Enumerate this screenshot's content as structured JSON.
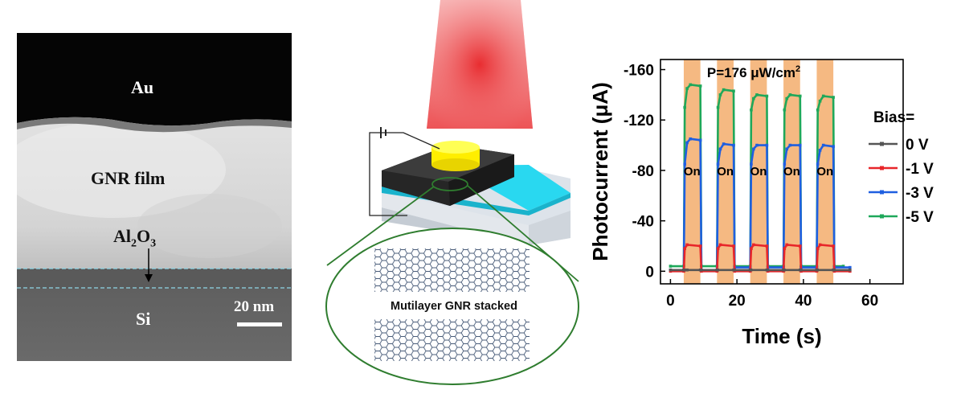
{
  "tem_panel": {
    "layers": [
      "Au",
      "GNR film",
      "Si"
    ],
    "al2o3_label": {
      "main": "Al",
      "sub1": "2",
      "mid": "O",
      "sub2": "3"
    },
    "scale_bar": "20 nm"
  },
  "schematic": {
    "zoom_label": "Mutilayer GNR stacked",
    "colors": {
      "laser": "#e8262a",
      "electrode": "#ffee00",
      "gnr": "#2b2b2b",
      "substrate": "#29d8f0",
      "ellipse": "#2f7d2f"
    }
  },
  "chart_data": {
    "type": "line",
    "xlabel": "Time (s)",
    "ylabel": "Photocurrent (μA)",
    "xlim": [
      -3,
      70
    ],
    "ylim": [
      10,
      -168
    ],
    "x_ticks": [
      "0",
      "20",
      "40",
      "60"
    ],
    "x_tick_values": [
      0,
      20,
      40,
      60
    ],
    "y_ticks": [
      "-160",
      "-120",
      "-80",
      "-40",
      "0"
    ],
    "y_tick_values": [
      -160,
      -120,
      -80,
      -40,
      0
    ],
    "annotation": {
      "main": "P=176 μW/cm",
      "sup": "2"
    },
    "on_label": "On",
    "legend_title": "Bias=",
    "legend_placement": "right",
    "on_intervals": [
      [
        4,
        9
      ],
      [
        14,
        19
      ],
      [
        24,
        29
      ],
      [
        34,
        39
      ],
      [
        44,
        49
      ]
    ],
    "on_color": "#f5b982",
    "series": [
      {
        "name": "0 V",
        "color": "#555555",
        "x": [
          0,
          4,
          4.2,
          5,
          9,
          9.2,
          14,
          14.2,
          19,
          19.2,
          24,
          24.2,
          29,
          29.2,
          34,
          34.2,
          39,
          39.2,
          44,
          44.2,
          49,
          49.2,
          54
        ],
        "y": [
          -1,
          -1,
          -1,
          -1,
          -1,
          -1,
          -1,
          -1,
          -1,
          -1,
          -1,
          -1,
          -1,
          -1,
          -1,
          -1,
          -1,
          -1,
          -1,
          -1,
          -1,
          -1,
          -1
        ]
      },
      {
        "name": "-1 V",
        "color": "#e8262a",
        "x": [
          0,
          4,
          4.3,
          5,
          9,
          9.3,
          14,
          14.3,
          15,
          19,
          19.3,
          24,
          24.3,
          25,
          29,
          29.3,
          34,
          34.3,
          35,
          39,
          39.3,
          44,
          44.3,
          45,
          49,
          49.3,
          54
        ],
        "y": [
          0,
          0,
          -18,
          -21,
          -20,
          0,
          0,
          -18,
          -21,
          -20,
          0,
          0,
          -18,
          -21,
          -20,
          0,
          0,
          -18,
          -21,
          -20,
          0,
          0,
          -18,
          -21,
          -20,
          0,
          0
        ]
      },
      {
        "name": "-3 V",
        "color": "#1f5fe0",
        "x": [
          0,
          4,
          4.3,
          5,
          6,
          9,
          9.3,
          14,
          14.3,
          15,
          16,
          19,
          19.3,
          24,
          24.3,
          25,
          26,
          29,
          29.3,
          34,
          34.3,
          35,
          36,
          39,
          39.3,
          44,
          44.3,
          45,
          46,
          49,
          49.3,
          54
        ],
        "y": [
          -1,
          -1,
          -85,
          -102,
          -105,
          -104,
          -1,
          -1,
          -85,
          -97,
          -101,
          -100,
          -3,
          -3,
          -85,
          -97,
          -100,
          -100,
          -3,
          -3,
          -85,
          -97,
          -100,
          -100,
          -3,
          -3,
          -85,
          -96,
          -100,
          -99,
          -3,
          -3
        ]
      },
      {
        "name": "-5 V",
        "color": "#1fa85a",
        "x": [
          0,
          4,
          4.3,
          5,
          6,
          9,
          9.3,
          14,
          14.3,
          15,
          16,
          19,
          19.3,
          24,
          24.3,
          25,
          26,
          29,
          29.3,
          34,
          34.3,
          35,
          36,
          39,
          39.3,
          44,
          44.3,
          45,
          46,
          49,
          49.3,
          52
        ],
        "y": [
          -4,
          -4,
          -130,
          -145,
          -148,
          -147,
          -4,
          -4,
          -130,
          -140,
          -144,
          -143,
          -4,
          -4,
          -128,
          -137,
          -140,
          -139,
          -4,
          -4,
          -128,
          -137,
          -140,
          -139,
          -4,
          -4,
          -128,
          -135,
          -139,
          -138,
          -4,
          -4
        ]
      }
    ]
  }
}
